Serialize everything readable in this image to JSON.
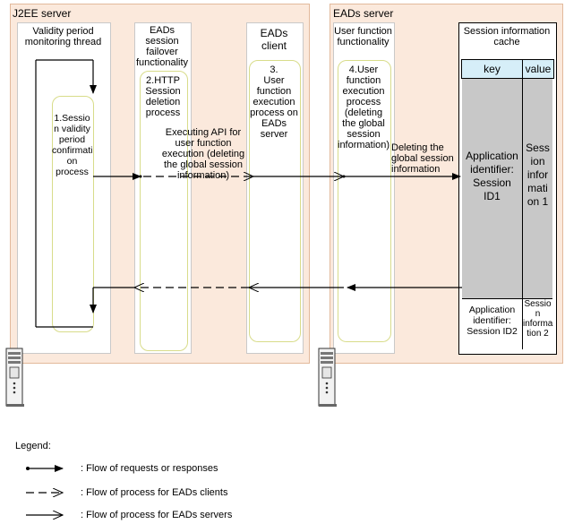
{
  "j2ee_server": {
    "title": "J2EE server",
    "validity_thread": [
      "Validity period",
      "monitoring thread"
    ],
    "validity_process": [
      "1.Sessio",
      "n validity",
      "period",
      "confirmati",
      "on",
      "process"
    ],
    "failover": [
      "EADs",
      "session",
      "failover",
      "functionality"
    ],
    "http_process": [
      "2.HTTP",
      "Session",
      "deletion",
      "process"
    ],
    "executing_api": [
      "Executing API for",
      "user function",
      "execution (deleting",
      "the global session",
      "information)"
    ]
  },
  "eads_client": {
    "title": [
      "EADs",
      "client"
    ],
    "process": [
      "3.",
      "User",
      "function",
      "execution",
      "process on",
      "EADs",
      "server"
    ]
  },
  "eads_server": {
    "title": "EADs server",
    "user_function": [
      "User function",
      "functionality"
    ],
    "process": [
      "4.User",
      "function",
      "execution",
      "process",
      "(deleting",
      "the global",
      "session",
      "information)"
    ],
    "deleting_label": [
      "Deleting the",
      "global session",
      "information"
    ],
    "cache": {
      "title": [
        "Session information",
        "cache"
      ],
      "key_header": "key",
      "value_header": "value",
      "row1_key": [
        "Application",
        "identifier:",
        "Session",
        "ID1"
      ],
      "row1_value": [
        "Sess",
        "ion",
        "infor",
        "mati",
        "on 1"
      ],
      "row2_key": [
        "Application",
        "identifier:",
        "Session ID2"
      ],
      "row2_value": [
        "Sessio",
        "n",
        "informa",
        "tion 2"
      ]
    }
  },
  "legend": {
    "title": "Legend:",
    "items": [
      ": Flow of requests or responses",
      ": Flow of process for EADs clients",
      ": Flow of process for EADs servers"
    ]
  }
}
